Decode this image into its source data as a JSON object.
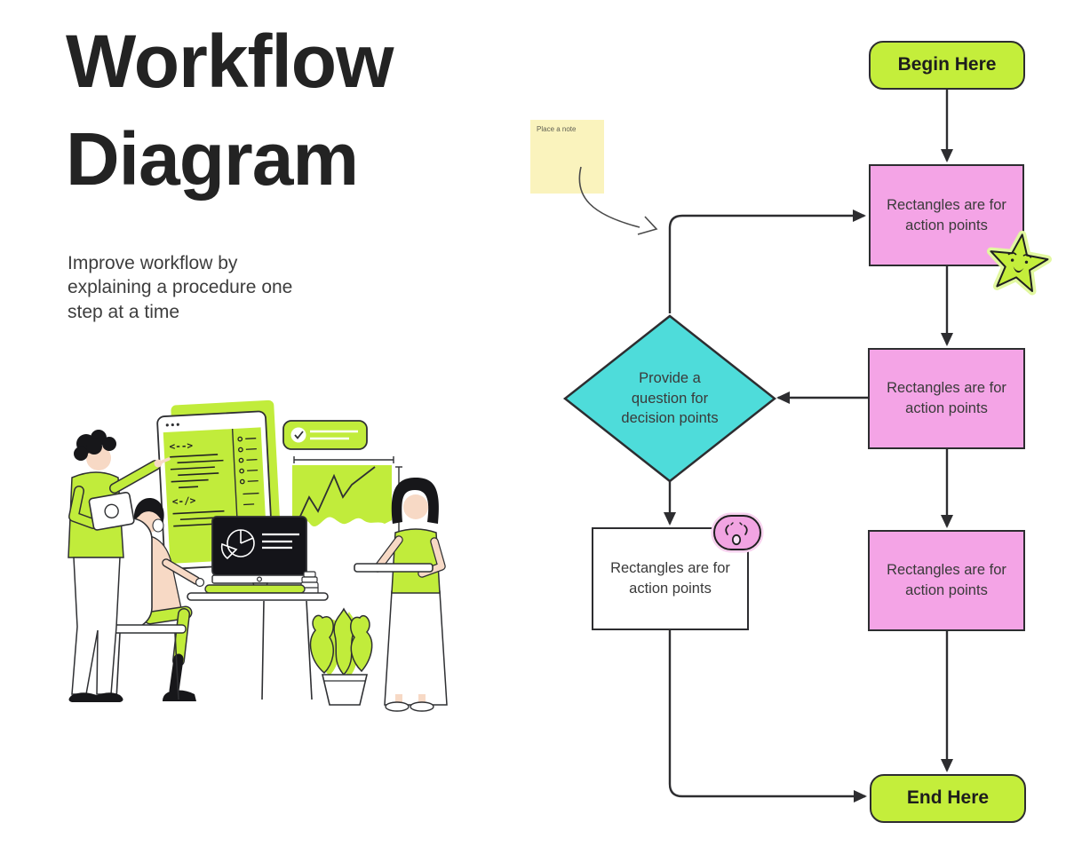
{
  "header": {
    "title_line1": "Workflow",
    "title_line2": "Diagram",
    "subtitle": "Improve workflow by explaining a procedure one step at a time"
  },
  "flowchart": {
    "begin_label": "Begin Here",
    "end_label": "End Here",
    "action_label": "Rectangles are for action points",
    "decision_label": "Provide a question for decision points"
  },
  "note": {
    "label": "Place a note"
  },
  "stickers": {
    "star": "star-face-sticker",
    "emoji": "flushed-face-sticker"
  },
  "illustration": {
    "code_tag_open": "<-->",
    "code_tag_close": "<-/>"
  },
  "colors": {
    "lime_green": "#c4ee3b",
    "pink": "#f4a4e6",
    "cyan": "#4edcda",
    "note_yellow": "#faf3bd",
    "line": "#2d2d30"
  }
}
